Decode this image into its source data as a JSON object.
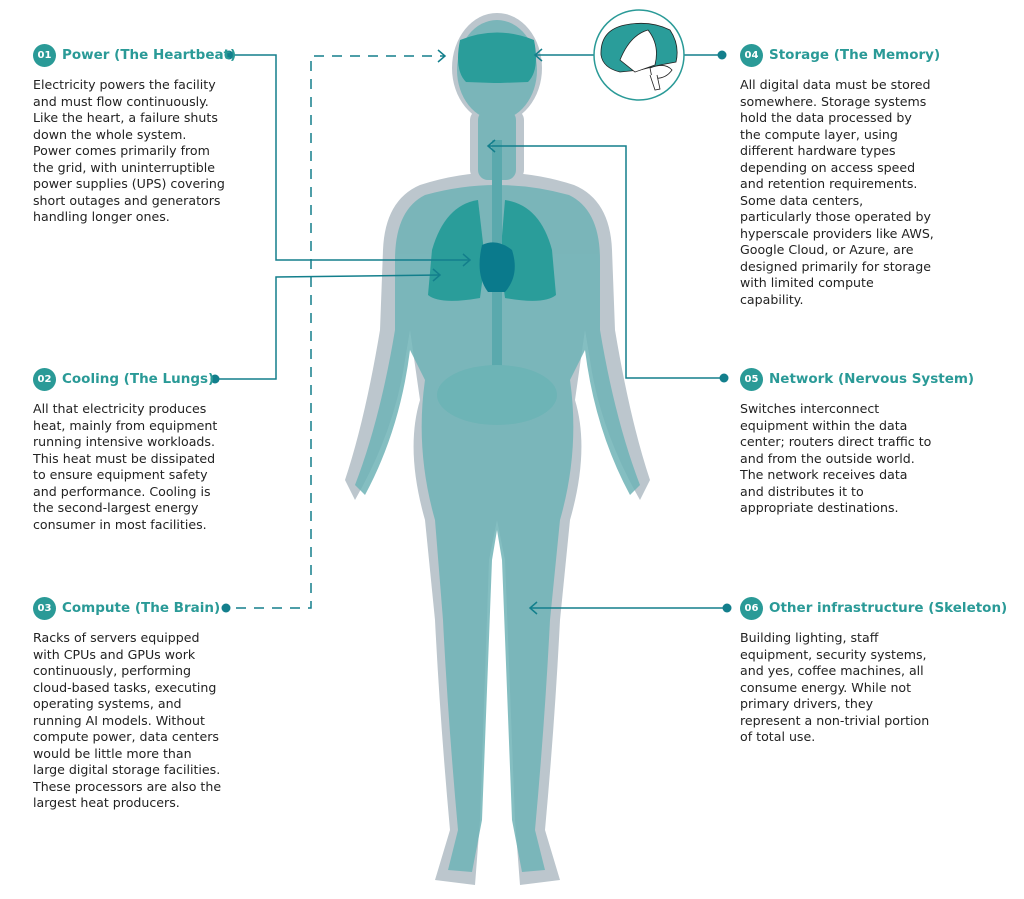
{
  "colors": {
    "teal": "#2a9a97",
    "line": "#137f8c",
    "silhouette": "#bcc6cd",
    "heart": "#0a7a8c"
  },
  "sections": [
    {
      "number": "01",
      "title": "Power (The Heartbeat)",
      "lines": [
        "Electricity powers the facility",
        "and must flow continuously.",
        "Like the heart, a failure shuts",
        "down the whole system.",
        "Power comes primarily from",
        "the grid, with uninterruptible",
        "power supplies (UPS) covering",
        "short outages and generators",
        "handling longer ones."
      ]
    },
    {
      "number": "02",
      "title": "Cooling (The Lungs)",
      "lines": [
        "All that electricity produces",
        "heat, mainly from equipment",
        "running intensive workloads.",
        "This heat must be dissipated",
        "to ensure equipment safety",
        "and performance. Cooling is",
        "the second-largest energy",
        "consumer in most facilities."
      ]
    },
    {
      "number": "03",
      "title": "Compute (The Brain)",
      "lines": [
        "Racks of servers equipped",
        "with CPUs and GPUs work",
        "continuously, performing",
        "cloud-based tasks, executing",
        "operating systems, and",
        "running AI models. Without",
        "compute power, data centers",
        "would be little more than",
        "large digital storage facilities.",
        "These processors are also the",
        "largest heat producers."
      ]
    },
    {
      "number": "04",
      "title": "Storage (The Memory)",
      "lines": [
        "All digital data must be stored",
        "somewhere. Storage systems",
        "hold the data processed by",
        "the compute layer, using",
        "different hardware types",
        "depending on access speed",
        "and retention requirements.",
        "Some data centers,",
        "particularly those operated by",
        "hyperscale providers like AWS,",
        "Google Cloud, or Azure, are",
        "designed primarily for storage",
        "with limited compute",
        "capability."
      ]
    },
    {
      "number": "05",
      "title": "Network (Nervous System)",
      "lines": [
        "Switches interconnect",
        "equipment within the data",
        "center; routers direct traffic to",
        "and from the outside world.",
        "The network receives data",
        "and distributes it to",
        "appropriate destinations."
      ]
    },
    {
      "number": "06",
      "title": "Other infrastructure (Skeleton)",
      "lines": [
        "Building lighting, staff",
        "equipment, security systems,",
        "and yes, coffee machines, all",
        "consume energy. While not",
        "primary drivers, they",
        "represent a non-trivial portion",
        "of total use."
      ]
    }
  ]
}
